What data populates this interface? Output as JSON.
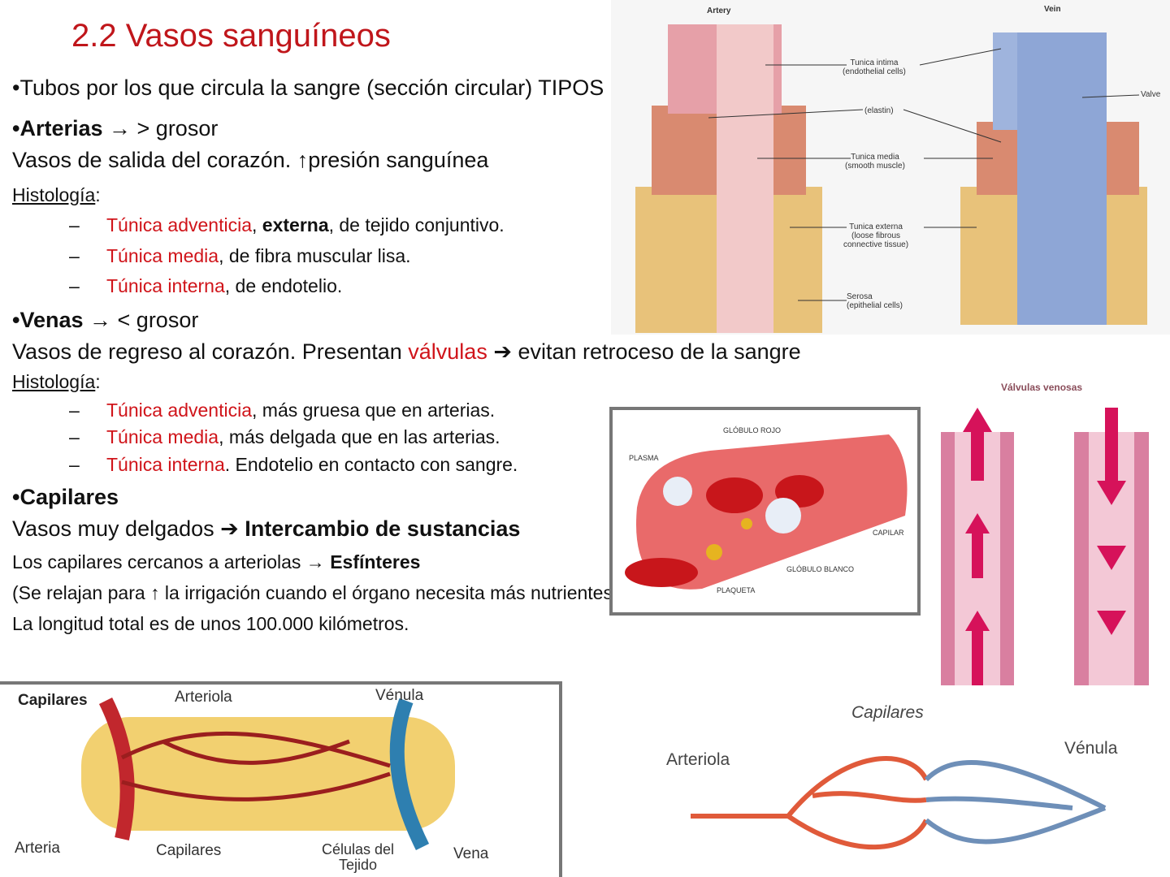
{
  "title": "2.2 Vasos sanguíneos",
  "intro": "•Tubos por los que circula la sangre (sección circular) TIPOS",
  "arterias": {
    "head": "•Arterias",
    "arrow": "→ > grosor",
    "desc": "Vasos de salida del corazón. ↑presión sanguínea",
    "histo": "Histología",
    "colon": ":",
    "items": [
      {
        "red": "Túnica adventicia",
        "rest_pre": ", ",
        "bold": "externa",
        "rest": ", de tejido conjuntivo."
      },
      {
        "red": "Túnica media",
        "rest": ", de fibra muscular lisa."
      },
      {
        "red": "Túnica interna",
        "rest": ", de endotelio."
      }
    ]
  },
  "venas": {
    "head": "•Venas",
    "arrow": "→ < grosor",
    "desc_pre": "Vasos de regreso al corazón. Presentan ",
    "desc_red": "válvulas",
    "desc_arrow": " ➔ ",
    "desc_post": "evitan retroceso de la sangre",
    "histo": "Histología",
    "colon": ":",
    "items": [
      {
        "red": "Túnica adventicia",
        "rest": ", más gruesa que en arterias."
      },
      {
        "red": "Túnica media",
        "rest": ", más delgada que en las arterias."
      },
      {
        "red": "Túnica interna",
        "rest": ". Endotelio en contacto con sangre."
      }
    ]
  },
  "capilares": {
    "head": "•Capilares",
    "desc_pre": "Vasos muy delgados ➔ ",
    "desc_bold": "Intercambio de sustancias",
    "line1_pre": "Los capilares cercanos a arteriolas → ",
    "line1_bold": "Esfínteres",
    "line2": "(Se relajan para ↑ la irrigación cuando el órgano necesita más nutrientes)",
    "line3": "La longitud total es de unos 100.000 kilómetros."
  },
  "fig_vessels": {
    "artery": "Artery",
    "vein": "Vein",
    "intima": "Tunica intima",
    "intima_sub": "(endothelial cells)",
    "elastin": "(elastin)",
    "media": "Tunica media",
    "media_sub": "(smooth muscle)",
    "externa": "Tunica externa",
    "externa_sub1": "(loose fibrous",
    "externa_sub2": "connective tissue)",
    "serosa": "Serosa",
    "serosa_sub": "(epithelial cells)",
    "valve": "Valve"
  },
  "fig_capillary": {
    "rbc": "GLÓBULO ROJO",
    "plasma": "PLASMA",
    "capilar": "CAPILAR",
    "wbc": "GLÓBULO BLANCO",
    "plaqueta": "PLAQUETA"
  },
  "fig_valves": {
    "title": "Válvulas venosas"
  },
  "fig_bed1": {
    "title": "Capilares",
    "arteriola": "Arteriola",
    "venula": "Vénula",
    "arteria": "Arteria",
    "capilares": "Capilares",
    "celulas1": "Células del",
    "celulas2": "Tejido",
    "vena": "Vena"
  },
  "fig_bed2": {
    "title": "Capilares",
    "arteriola": "Arteriola",
    "venula": "Vénula"
  },
  "colors": {
    "title_red": "#c0161b",
    "text_red": "#d0141a",
    "artery": "#d9534f",
    "vein": "#5b7bb5"
  }
}
